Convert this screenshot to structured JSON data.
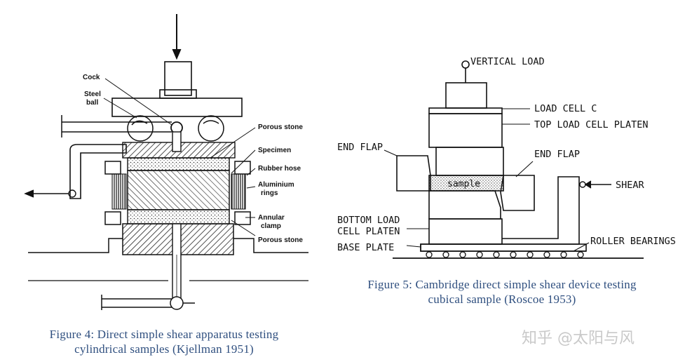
{
  "figure4": {
    "caption_line1": "Figure 4: Direct simple shear apparatus testing",
    "caption_line2": "cylindrical samples (Kjellman 1951)",
    "labels": {
      "cock": "Cock",
      "steel": "Steel",
      "ball": "ball",
      "porous_stone_top": "Porous stone",
      "specimen": "Specimen",
      "rubber_hose": "Rubber hose",
      "aluminium": "Aluminium",
      "rings": "rings",
      "annular": "Annular",
      "clamp": "clamp",
      "porous_stone_bottom": "Porous stone"
    }
  },
  "figure5": {
    "caption_line1": "Figure 5: Cambridge direct simple shear device testing",
    "caption_line2": "cubical sample (Roscoe 1953)",
    "labels": {
      "vertical_load": "VERTICAL LOAD",
      "load_cell_c": "LOAD CELL C",
      "top_load_cell_platen": "TOP LOAD CELL PLATEN",
      "end_flap_left": "END FLAP",
      "end_flap_right": "END FLAP",
      "sample": "sample",
      "shear": "SHEAR",
      "bottom_load": "BOTTOM LOAD",
      "cell_platen": "CELL PLATEN",
      "base_plate": "BASE PLATE",
      "roller_bearings": "ROLLER BEARINGS"
    }
  },
  "watermark": "知乎 @太阳与风"
}
